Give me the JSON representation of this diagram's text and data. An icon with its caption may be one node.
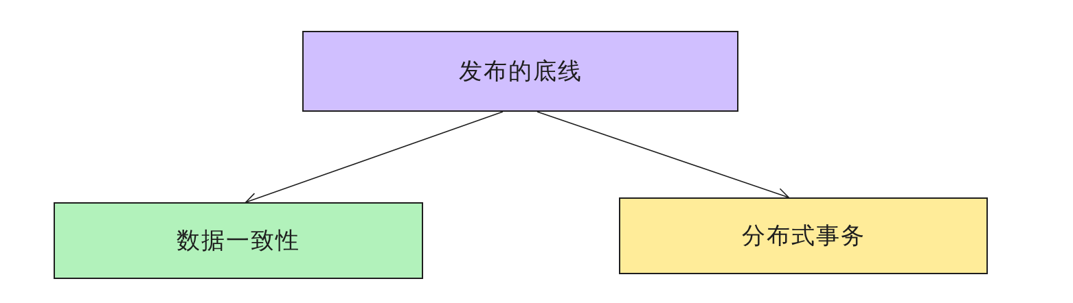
{
  "diagram": {
    "nodes": [
      {
        "text": [
          "发布的底线"
        ]
      },
      {
        "text": [
          "数据一致性"
        ]
      },
      {
        "text": [
          "分布式事务"
        ]
      }
    ],
    "edges": [
      {
        "from": 0,
        "to": 1,
        "arrow": "to"
      },
      {
        "from": 0,
        "to": 2,
        "arrow": "to"
      }
    ]
  }
}
